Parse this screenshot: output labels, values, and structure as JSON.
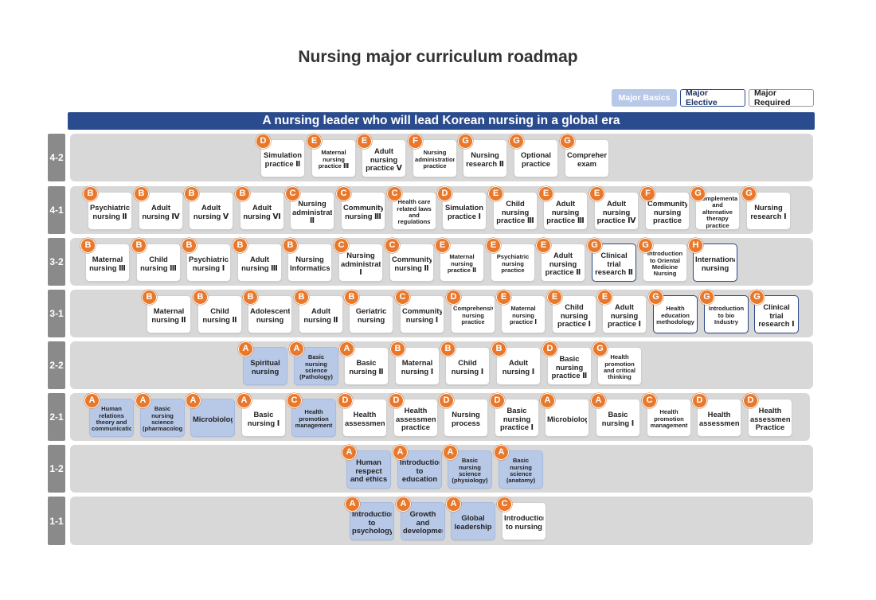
{
  "title": "Nursing major curriculum roadmap",
  "legend": {
    "basic": "Major Basics",
    "elective": "Major Elective",
    "required": "Major Required"
  },
  "colors": {
    "banner": "#2a4b8d",
    "badge": "#e8792c",
    "major_basics": "#b8c9e8",
    "major_elective_border": "#2b4a8c",
    "row_background": "#d8d8d8",
    "semester_label": "#8a8a8a"
  },
  "banner": "A nursing leader who will lead Korean nursing in a global era",
  "semesters": [
    {
      "label": "4-2",
      "courses": [
        {
          "badge": "D",
          "name": "Simulation practice Ⅱ",
          "category": "required"
        },
        {
          "badge": "E",
          "name": "Maternal nursing practice Ⅲ",
          "category": "required"
        },
        {
          "badge": "E",
          "name": "Adult nursing practice Ⅴ",
          "category": "required"
        },
        {
          "badge": "F",
          "name": "Nursing administration practice",
          "category": "required"
        },
        {
          "badge": "G",
          "name": "Nursing research Ⅱ",
          "category": "required"
        },
        {
          "badge": "G",
          "name": "Optional practice",
          "category": "required"
        },
        {
          "badge": "G",
          "name": "Comprehensive exam",
          "category": "required"
        }
      ]
    },
    {
      "label": "4-1",
      "courses": [
        {
          "badge": "B",
          "name": "Psychiatric nursing Ⅱ",
          "category": "required"
        },
        {
          "badge": "B",
          "name": "Adult nursing Ⅳ",
          "category": "required"
        },
        {
          "badge": "B",
          "name": "Adult nursing Ⅴ",
          "category": "required"
        },
        {
          "badge": "B",
          "name": "Adult nursing Ⅵ",
          "category": "required"
        },
        {
          "badge": "C",
          "name": "Nursing administration Ⅱ",
          "category": "required"
        },
        {
          "badge": "C",
          "name": "Community nursing Ⅲ",
          "category": "required"
        },
        {
          "badge": "C",
          "name": "Health care related laws and regulations",
          "category": "required"
        },
        {
          "badge": "D",
          "name": "Simulation practice Ⅰ",
          "category": "required"
        },
        {
          "badge": "E",
          "name": "Child nursing practice Ⅲ",
          "category": "required"
        },
        {
          "badge": "E",
          "name": "Adult nursing practice Ⅲ",
          "category": "required"
        },
        {
          "badge": "E",
          "name": "Adult nursing practice Ⅳ",
          "category": "required"
        },
        {
          "badge": "F",
          "name": "Community nursing practice",
          "category": "required"
        },
        {
          "badge": "G",
          "name": "Complementary and alternative therapy practice",
          "category": "required"
        },
        {
          "badge": "G",
          "name": "Nursing research Ⅰ",
          "category": "required"
        }
      ]
    },
    {
      "label": "3-2",
      "courses": [
        {
          "badge": "B",
          "name": "Maternal nursing Ⅲ",
          "category": "required"
        },
        {
          "badge": "B",
          "name": "Child nursing Ⅲ",
          "category": "required"
        },
        {
          "badge": "B",
          "name": "Psychiatric nursing Ⅰ",
          "category": "required"
        },
        {
          "badge": "B",
          "name": "Adult nursing Ⅲ",
          "category": "required"
        },
        {
          "badge": "B",
          "name": "Nursing Informatics",
          "category": "required"
        },
        {
          "badge": "C",
          "name": "Nursing administration Ⅰ",
          "category": "required"
        },
        {
          "badge": "C",
          "name": "Community nursing Ⅱ",
          "category": "required"
        },
        {
          "badge": "E",
          "name": "Maternal nursing practice Ⅱ",
          "category": "required"
        },
        {
          "badge": "E",
          "name": "Psychiatric nursing practice",
          "category": "required"
        },
        {
          "badge": "E",
          "name": "Adult nursing practice Ⅱ",
          "category": "required"
        },
        {
          "badge": "G",
          "name": "Clinical trial research Ⅱ",
          "category": "elective"
        },
        {
          "badge": "G",
          "name": "Introduction to Oriental Medicine Nursing",
          "category": "required"
        },
        {
          "badge": "H",
          "name": "International nursing",
          "category": "elective"
        }
      ]
    },
    {
      "label": "3-1",
      "courses": [
        {
          "badge": "B",
          "name": "Maternal nursing Ⅱ",
          "category": "required"
        },
        {
          "badge": "B",
          "name": "Child nursing Ⅱ",
          "category": "required"
        },
        {
          "badge": "B",
          "name": "Adolescent nursing",
          "category": "required"
        },
        {
          "badge": "B",
          "name": "Adult nursing Ⅱ",
          "category": "required"
        },
        {
          "badge": "B",
          "name": "Geriatric nursing",
          "category": "required"
        },
        {
          "badge": "C",
          "name": "Community nursing Ⅰ",
          "category": "required"
        },
        {
          "badge": "D",
          "name": "Comprehensive nursing practice",
          "category": "required"
        },
        {
          "badge": "E",
          "name": "Maternal nursing practice Ⅰ",
          "category": "required"
        },
        {
          "badge": "E",
          "name": "Child nursing practice Ⅰ",
          "category": "required"
        },
        {
          "badge": "E",
          "name": "Adult nursing practice Ⅰ",
          "category": "required"
        },
        {
          "badge": "G",
          "name": "Health education methodology",
          "category": "elective"
        },
        {
          "badge": "G",
          "name": "Introduction to bio Industry",
          "category": "elective"
        },
        {
          "badge": "G",
          "name": "Clinical trial research Ⅰ",
          "category": "elective"
        }
      ]
    },
    {
      "label": "2-2",
      "courses": [
        {
          "badge": "A",
          "name": "Spiritual nursing",
          "category": "basic"
        },
        {
          "badge": "A",
          "name": "Basic nursing science (Pathology)",
          "category": "basic"
        },
        {
          "badge": "A",
          "name": "Basic nursing Ⅱ",
          "category": "required"
        },
        {
          "badge": "B",
          "name": "Maternal nursing Ⅰ",
          "category": "required"
        },
        {
          "badge": "B",
          "name": "Child nursing Ⅰ",
          "category": "required"
        },
        {
          "badge": "B",
          "name": "Adult nursing Ⅰ",
          "category": "required"
        },
        {
          "badge": "D",
          "name": "Basic nursing practice Ⅱ",
          "category": "required"
        },
        {
          "badge": "G",
          "name": "Health promotion and critical thinking",
          "category": "required"
        }
      ]
    },
    {
      "label": "2-1",
      "courses": [
        {
          "badge": "A",
          "name": "Human relations theory and communication",
          "category": "basic"
        },
        {
          "badge": "A",
          "name": "Basic nursing science (pharmacology)",
          "category": "basic"
        },
        {
          "badge": "A",
          "name": "Microbiology",
          "category": "basic"
        },
        {
          "badge": "A",
          "name": "Basic nursing Ⅰ",
          "category": "required"
        },
        {
          "badge": "C",
          "name": "Health promotion management",
          "category": "basic"
        },
        {
          "badge": "D",
          "name": "Health assessment",
          "category": "required"
        },
        {
          "badge": "D",
          "name": "Health assessment practice",
          "category": "required"
        },
        {
          "badge": "D",
          "name": "Nursing process",
          "category": "required"
        },
        {
          "badge": "D",
          "name": "Basic nursing practice Ⅰ",
          "category": "required"
        },
        {
          "badge": "A",
          "name": "Microbiology",
          "category": "required"
        },
        {
          "badge": "A",
          "name": "Basic nursing Ⅰ",
          "category": "required"
        },
        {
          "badge": "C",
          "name": "Health promotion management",
          "category": "required"
        },
        {
          "badge": "D",
          "name": "Health assessment",
          "category": "required"
        },
        {
          "badge": "D",
          "name": "Health assessment Practice",
          "category": "required"
        }
      ]
    },
    {
      "label": "1-2",
      "courses": [
        {
          "badge": "A",
          "name": "Human respect and ethics",
          "category": "basic"
        },
        {
          "badge": "A",
          "name": "Introduction to education",
          "category": "basic"
        },
        {
          "badge": "A",
          "name": "Basic nursing science (physiology)",
          "category": "basic"
        },
        {
          "badge": "A",
          "name": "Basic nursing science (anatomy)",
          "category": "basic"
        }
      ]
    },
    {
      "label": "1-1",
      "courses": [
        {
          "badge": "A",
          "name": "Introduction to psychology",
          "category": "basic"
        },
        {
          "badge": "A",
          "name": "Growth and development",
          "category": "basic"
        },
        {
          "badge": "A",
          "name": "Global leadership",
          "category": "basic"
        },
        {
          "badge": "C",
          "name": "Introduction to nursing",
          "category": "required"
        }
      ]
    }
  ]
}
